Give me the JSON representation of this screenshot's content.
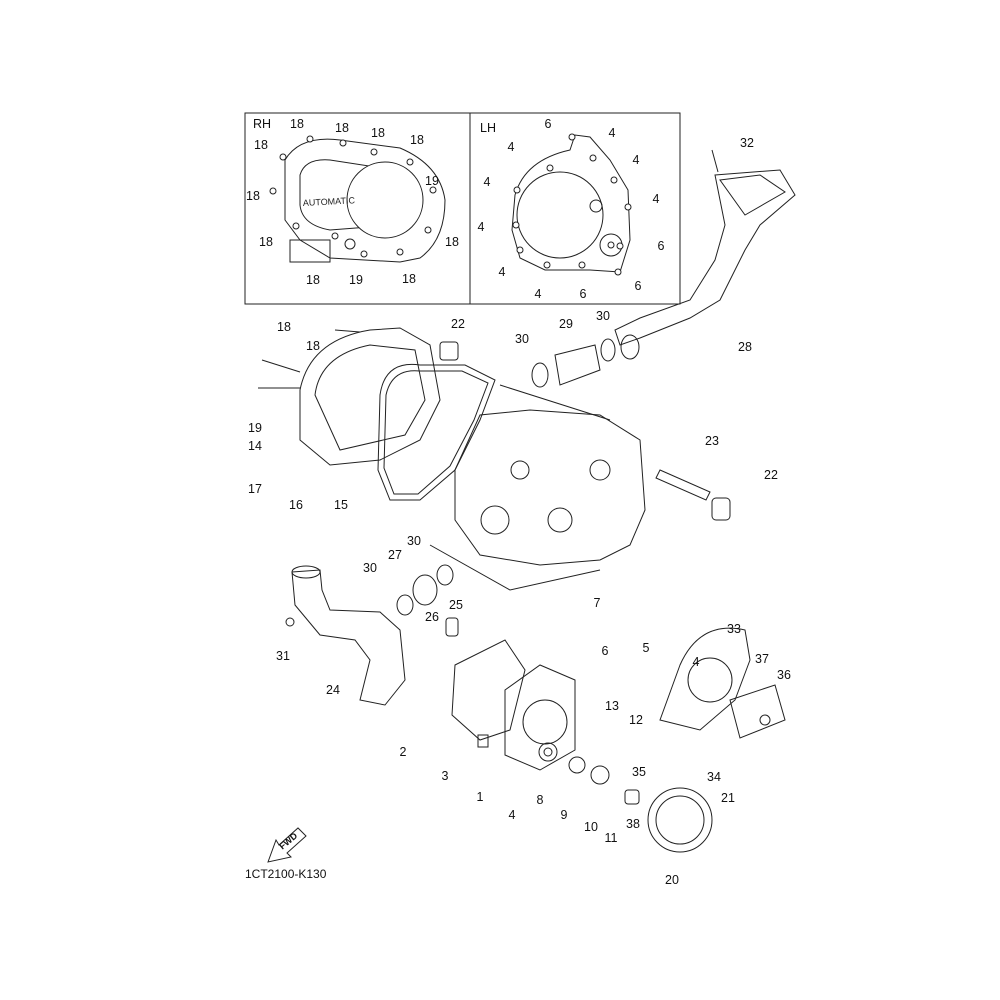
{
  "diagram": {
    "code": "1CT2100-K130",
    "fwd_label": "FWD",
    "cover_text": "AUTOMATIC",
    "inset": {
      "rh_title": "RH",
      "lh_title": "LH"
    },
    "rh_labels": [
      "18",
      "18",
      "18",
      "18",
      "18",
      "19",
      "18",
      "18",
      "18",
      "18",
      "19",
      "18"
    ],
    "lh_labels": [
      "6",
      "4",
      "4",
      "4",
      "4",
      "4",
      "4",
      "6",
      "4",
      "4",
      "6",
      "6"
    ],
    "callouts": [
      "32",
      "18",
      "18",
      "22",
      "29",
      "30",
      "30",
      "28",
      "19",
      "14",
      "17",
      "16",
      "15",
      "23",
      "22",
      "30",
      "27",
      "30",
      "25",
      "26",
      "7",
      "31",
      "24",
      "6",
      "5",
      "4",
      "33",
      "37",
      "36",
      "13",
      "12",
      "2",
      "3",
      "1",
      "35",
      "34",
      "8",
      "9",
      "10",
      "11",
      "38",
      "4",
      "21",
      "20"
    ]
  }
}
